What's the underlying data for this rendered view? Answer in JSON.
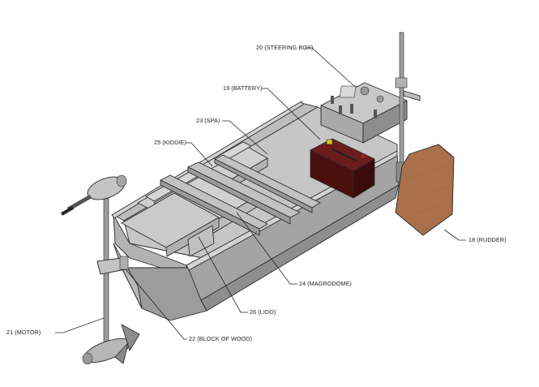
{
  "callouts": {
    "steering_box": "20 (STEERING BOX)",
    "battery": "19 (BATTERY)",
    "spa": "23 (SPA)",
    "kiddie": "25 (KIDDIE)",
    "rudder": "18 (RUDDER)",
    "magrodome": "24 (MAGRODOME)",
    "lido": "26 (LIDO)",
    "motor": "21 (MOTOR)",
    "block_of_wood": "22 (BLOCK OF WOOD)"
  },
  "colors": {
    "hull_light": "#c9c9c9",
    "hull_mid": "#a9a9a9",
    "hull_dark": "#8a8a8a",
    "wood": "#a9704b",
    "battery": "#5a1414",
    "motor": "#b5b5b5"
  }
}
